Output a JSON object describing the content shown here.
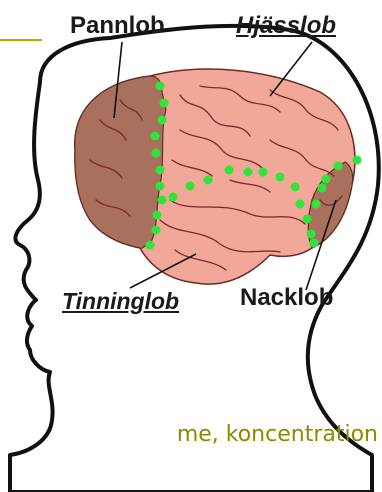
{
  "labels": {
    "frontal": "Pannlob",
    "parietal": "Hjässlob",
    "temporal": "Tinninglob",
    "occipital": "Nacklob"
  },
  "caption": "me, koncentration",
  "colors": {
    "frontal_lobe": "#a9705e",
    "parietal_temporal_lobe": "#f2a898",
    "occipital_lobe": "#a9705e",
    "boundary_dots": "#2ee63a",
    "caption_text": "#8f8800",
    "rule_line": "#b5ad00",
    "outline": "#111111"
  }
}
